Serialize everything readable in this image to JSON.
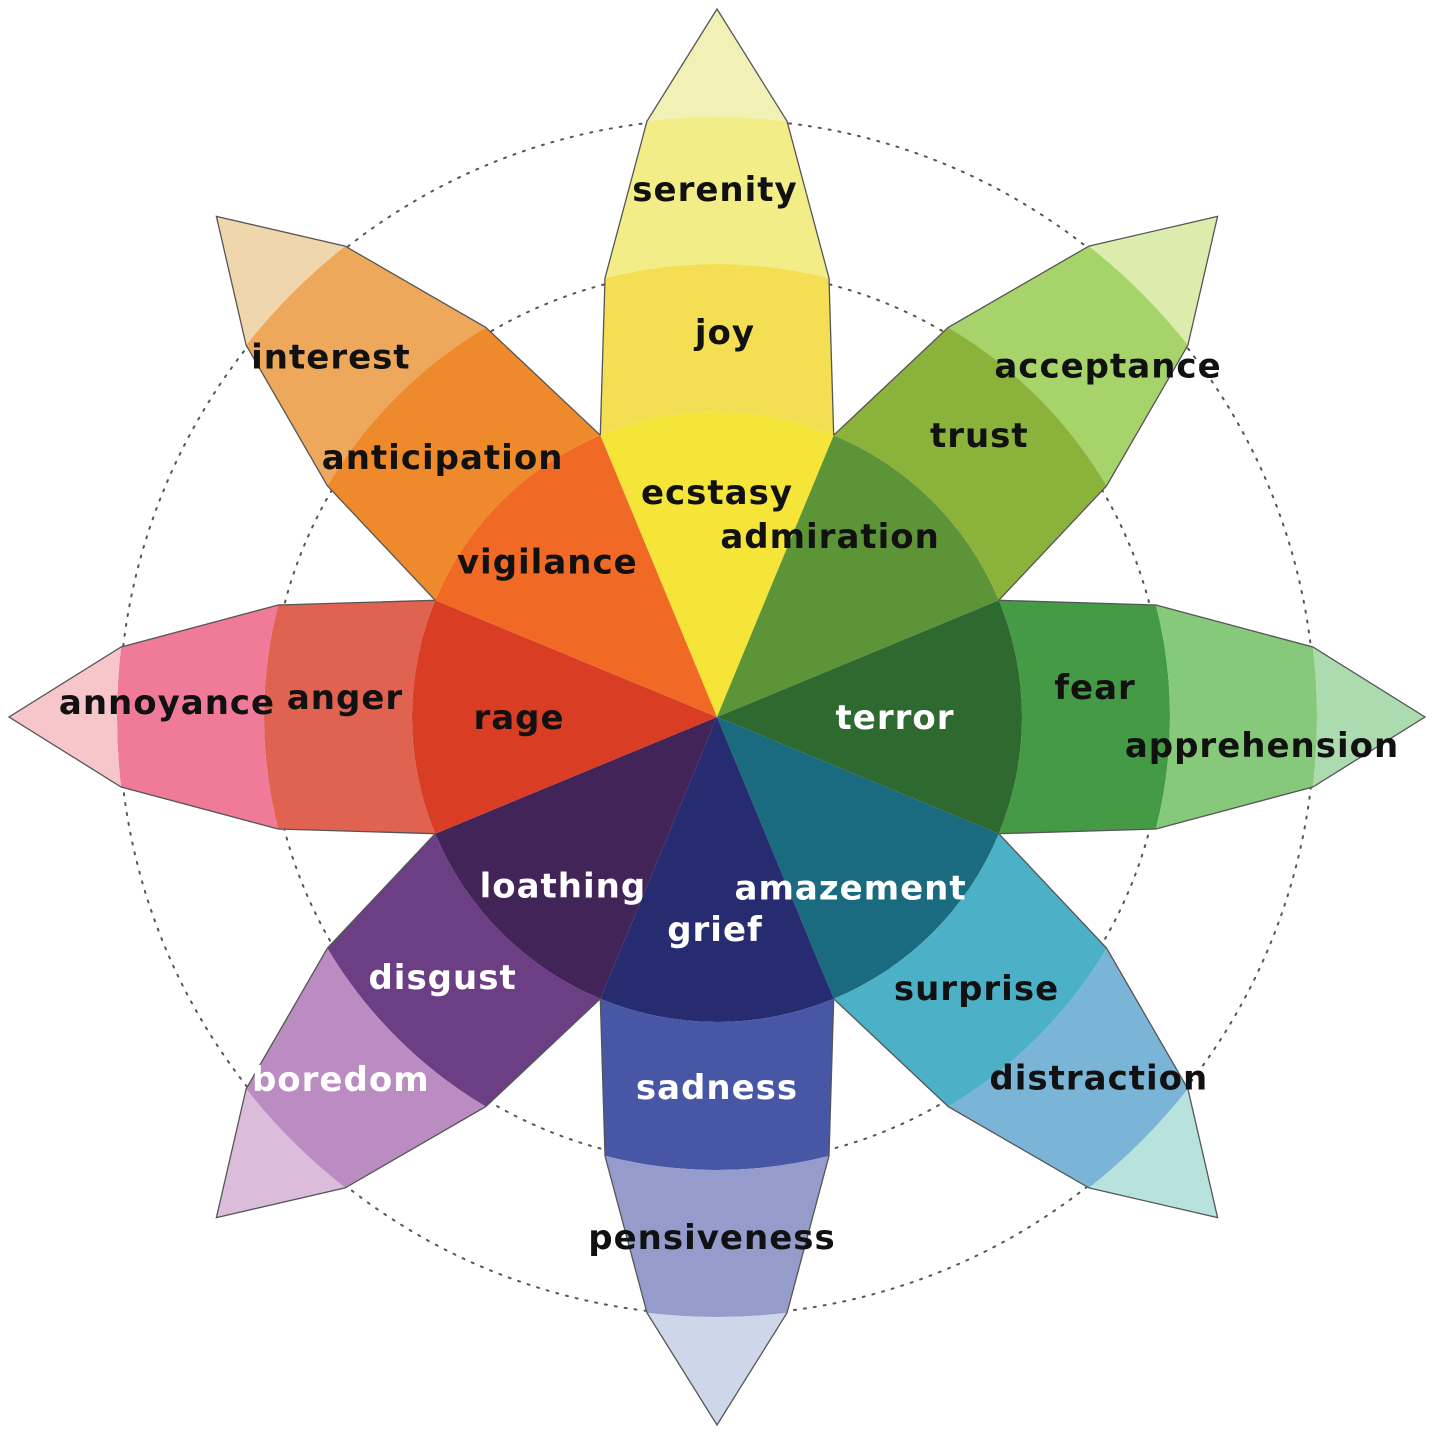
{
  "center": {
    "label": ""
  },
  "petals": [
    {
      "key": "joy",
      "intense": "ecstasy",
      "basic": "joy",
      "mild": "serenity",
      "colors": [
        "#f5e538",
        "#f4df54",
        "#f2ed87",
        "#f1f1b6"
      ],
      "text": [
        "#111111",
        "#111111",
        "#111111"
      ]
    },
    {
      "key": "trust",
      "intense": "admiration",
      "basic": "trust",
      "mild": "acceptance",
      "colors": [
        "#5e9438",
        "#8bb33c",
        "#a6d46a",
        "#dcecad"
      ],
      "text": [
        "#111111",
        "#111111",
        "#111111"
      ]
    },
    {
      "key": "fear",
      "intense": "terror",
      "basic": "fear",
      "mild": "apprehension",
      "colors": [
        "#2e6930",
        "#459b45",
        "#86c97a",
        "#acdbb0"
      ],
      "text": [
        "#ffffff",
        "#111111",
        "#111111"
      ]
    },
    {
      "key": "surprise",
      "intense": "amazement",
      "basic": "surprise",
      "mild": "distraction",
      "colors": [
        "#1a6a80",
        "#4cb0c6",
        "#7ab4d6",
        "#b7e2dd"
      ],
      "text": [
        "#ffffff",
        "#111111",
        "#111111"
      ]
    },
    {
      "key": "sadness",
      "intense": "grief",
      "basic": "sadness",
      "mild": "pensiveness",
      "colors": [
        "#272b70",
        "#4856a6",
        "#959ccb",
        "#ced6e9"
      ],
      "text": [
        "#ffffff",
        "#ffffff",
        "#111111"
      ]
    },
    {
      "key": "disgust",
      "intense": "loathing",
      "basic": "disgust",
      "mild": "boredom",
      "colors": [
        "#432459",
        "#6c3f84",
        "#bb8cc1",
        "#dbbcdb"
      ],
      "text": [
        "#ffffff",
        "#ffffff",
        "#ffffff"
      ]
    },
    {
      "key": "anger",
      "intense": "rage",
      "basic": "anger",
      "mild": "annoyance",
      "colors": [
        "#d93d24",
        "#e06250",
        "#f07b98",
        "#f6c6cb"
      ],
      "text": [
        "#111111",
        "#111111",
        "#111111"
      ]
    },
    {
      "key": "anticipation",
      "intense": "vigilance",
      "basic": "anticipation",
      "mild": "interest",
      "colors": [
        "#f06a26",
        "#ee8a2c",
        "#eda85c",
        "#f0d6ad"
      ],
      "text": [
        "#111111",
        "#111111",
        "#111111"
      ]
    }
  ],
  "style": {
    "guide_color": "#555555",
    "outline_color": "#555555"
  }
}
